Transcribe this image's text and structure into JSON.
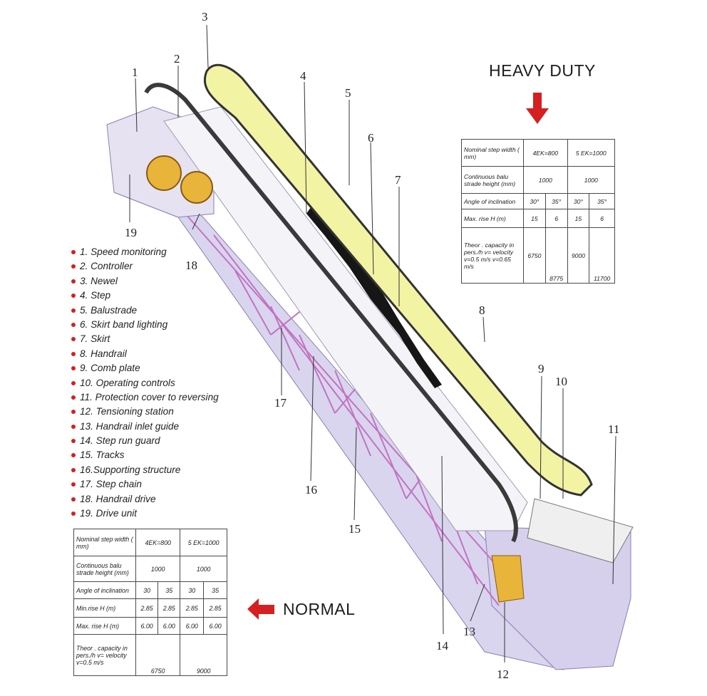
{
  "headings": {
    "heavy_duty": "HEAVY DUTY",
    "normal": "NORMAL"
  },
  "callouts": [
    "1",
    "2",
    "3",
    "4",
    "5",
    "6",
    "7",
    "8",
    "9",
    "10",
    "11",
    "12",
    "13",
    "14",
    "15",
    "16",
    "17",
    "18",
    "19"
  ],
  "legend": [
    "1. Speed monitoring",
    "2. Controller",
    "3. Newel",
    "4. Step",
    "5. Balustrade",
    "6. Skirt band lighting",
    "7. Skirt",
    "8. Handrail",
    "9. Comb plate",
    "10. Operating controls",
    "11. Protection cover to reversing",
    "12. Tensioning station",
    "13. Handrail inlet guide",
    "14. Step run guard",
    "15. Tracks",
    "16.Supporting structure",
    "17. Step chain",
    "18. Handrail drive",
    "19. Drive unit"
  ],
  "heavy_table": {
    "step_width_label": "Nominal step width ( mm)",
    "model_a": "4EK=800",
    "model_b": "5 EK=1000",
    "balustrade_label": "Continuous balu strade height (mm)",
    "balustrade_a": "1000",
    "balustrade_b": "1000",
    "angle_label": "Angle of inclination",
    "angles": [
      "30°",
      "35°",
      "30°",
      "35°"
    ],
    "rise_label": "Max. rise H (m)",
    "rises": [
      "15",
      "6",
      "15",
      "6"
    ],
    "capacity_label": "Theor . capacity in pers./h v= velocity v=0.5 m/s v=0.65 m/s",
    "capacity": [
      "6750",
      "8775",
      "9000",
      "11700"
    ]
  },
  "normal_table": {
    "step_width_label": "Nominal step width ( mm)",
    "model_a": "4EK=800",
    "model_b": "5 EK=1000",
    "balustrade_label": "Continuous balu strade height (mm)",
    "balustrade_a": "1000",
    "balustrade_b": "1000",
    "angle_label": "Angle of inclination",
    "angles": [
      "30",
      "35",
      "30",
      "35"
    ],
    "min_rise_label": "Min.rise H (m)",
    "min_rises": [
      "2.85",
      "2.85",
      "2.85",
      "2.85"
    ],
    "max_rise_label": "Max. rise H (m)",
    "max_rises": [
      "6.00",
      "6.00",
      "6.00",
      "6.00"
    ],
    "capacity_label": "Theor . capacity in pers./h v= velocity v=0.5 m/s",
    "capacity": [
      "6750",
      "9000"
    ]
  },
  "colors": {
    "arrow_red": "#d42020",
    "balustrade_yellow": "#f3f3a4",
    "handrail_dark": "#3a3a3a",
    "structure_purple": "#d9d3ec",
    "truss_magenta": "#c070c0",
    "step_dark": "#161616",
    "drive_gold": "#e8b43a"
  }
}
